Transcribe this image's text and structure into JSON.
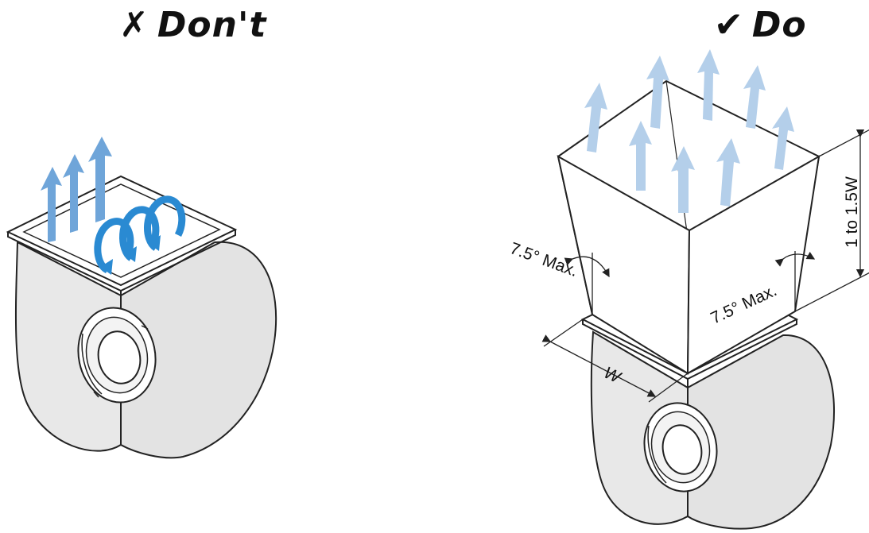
{
  "dont": {
    "mark": "✗",
    "title": "Don't"
  },
  "do": {
    "mark": "✔",
    "title": "Do"
  },
  "labels": {
    "angle_left": "7.5° Max.",
    "angle_right": "7.5° Max.",
    "height": "1 to 1.5W",
    "width": "W"
  },
  "colors": {
    "outlet_arrow": "#6fa5d9",
    "swirl_arrow": "#2a8ad2",
    "good_arrow": "#b4cfea",
    "housing_fill": "#e3e3e3",
    "outline": "#222222"
  }
}
